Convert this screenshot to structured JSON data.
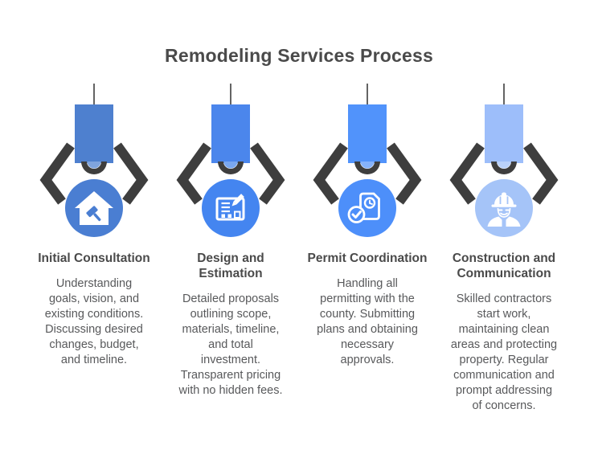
{
  "title": "Remodeling Services Process",
  "theme": {
    "claw": "#3E3E3E",
    "title": "#4A4A4A",
    "text": "#58595B",
    "background": "#FFFFFF"
  },
  "steps": [
    {
      "title": "Initial Consultation",
      "description": "Understanding\ngoals, vision, and\nexisting conditions.\nDiscussing desired\nchanges, budget,\nand timeline.",
      "icon": "house-hammer-icon",
      "colors": {
        "grab": "#4E80CF",
        "ball": "#7FA4DE",
        "badge": "#4A7ED2"
      }
    },
    {
      "title": "Design and\nEstimation",
      "description": "Detailed proposals\noutlining scope,\nmaterials, timeline,\nand total\ninvestment.\nTransparent pricing\nwith no hidden fees.",
      "icon": "document-pencil-icon",
      "colors": {
        "grab": "#4B86EC",
        "ball": "#79A7F0",
        "badge": "#4485F0"
      }
    },
    {
      "title": "Permit Coordination",
      "description": "Handling all\npermitting with the\ncounty. Submitting\nplans and obtaining\nnecessary\napprovals.",
      "icon": "permit-check-clock-icon",
      "colors": {
        "grab": "#5193FB",
        "ball": "#85B2FB",
        "badge": "#4D8FFA"
      }
    },
    {
      "title": "Construction and\nCommunication",
      "description": "Skilled contractors\nstart work,\nmaintaining clean\nareas and protecting\nproperty. Regular\ncommunication and\nprompt addressing\nof concerns.",
      "icon": "construction-worker-icon",
      "colors": {
        "grab": "#9DBEFA",
        "ball": "#BAD2FB",
        "badge": "#A5C4F8"
      }
    }
  ]
}
